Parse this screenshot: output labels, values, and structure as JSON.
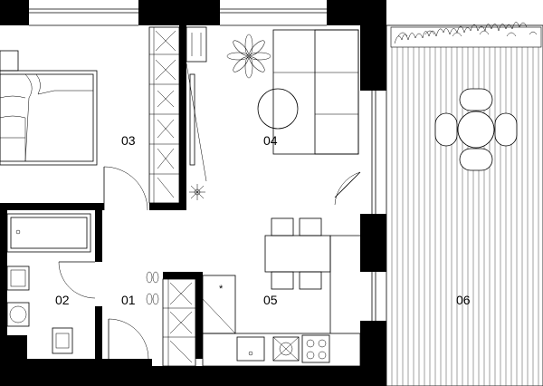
{
  "rooms": [
    {
      "id": "01",
      "label": "01"
    },
    {
      "id": "02",
      "label": "02"
    },
    {
      "id": "03",
      "label": "03"
    },
    {
      "id": "04",
      "label": "04"
    },
    {
      "id": "05",
      "label": "05"
    },
    {
      "id": "06",
      "label": "06"
    }
  ],
  "colors": {
    "wall": "#000000",
    "line": "#000000",
    "background": "#ffffff"
  }
}
